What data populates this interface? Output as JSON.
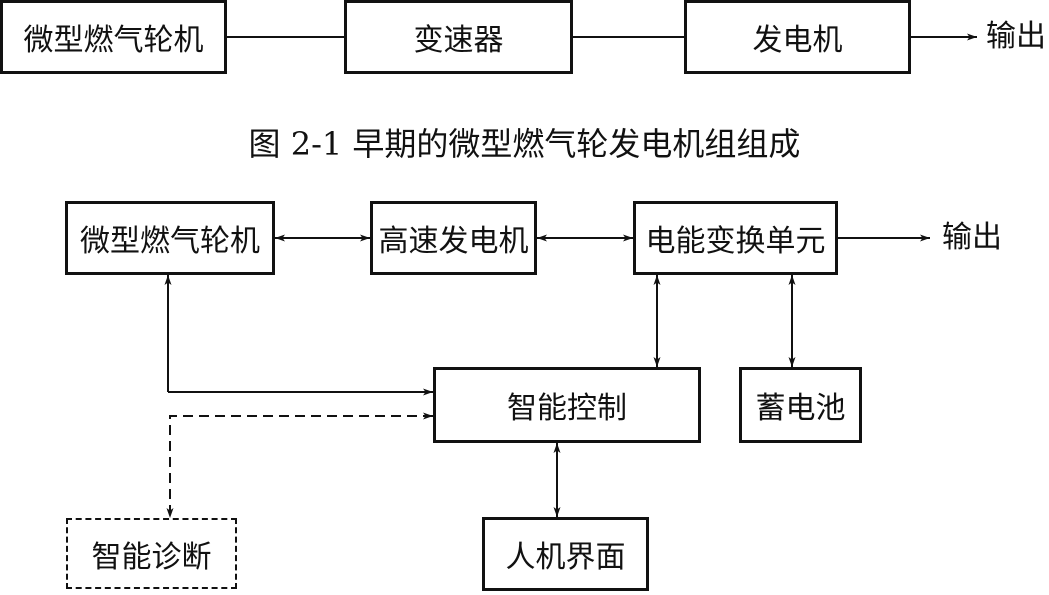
{
  "figure1": {
    "blocks": {
      "turbine": "微型燃气轮机",
      "gearbox": "变速器",
      "generator": "发电机"
    },
    "output": "输出",
    "caption": "图 2-1    早期的微型燃气轮发电机组组成"
  },
  "figure2": {
    "blocks": {
      "turbine": "微型燃气轮机",
      "hs_generator": "高速发电机",
      "power_conv": "电能变换单元",
      "control": "智能控制",
      "battery": "蓄电池",
      "hmi": "人机界面",
      "diagnosis": "智能诊断"
    },
    "output": "输出"
  },
  "style": {
    "ink": "#111111",
    "background": "#ffffff"
  }
}
